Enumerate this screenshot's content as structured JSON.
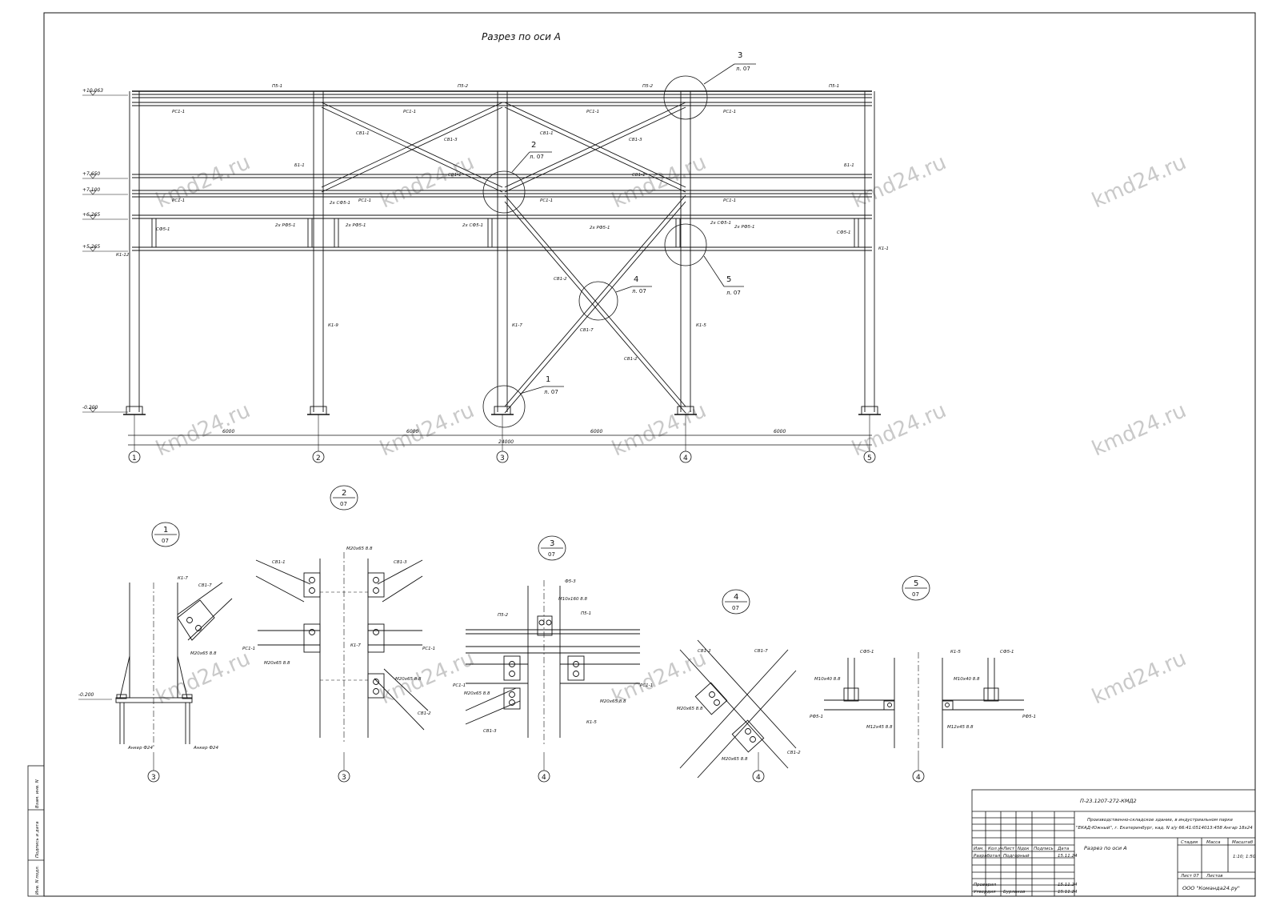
{
  "sheet_title": "Разрез по оси А",
  "elevations": [
    "+10.063",
    "+7.650",
    "+7.100",
    "+6.265",
    "+5.265",
    "-0.200"
  ],
  "axes": [
    "1",
    "2",
    "3",
    "4",
    "5"
  ],
  "spans": [
    "6000",
    "6000",
    "6000",
    "6000"
  ],
  "total_span": "24000",
  "beams_top": [
    "П5-1",
    "П5-2",
    "П5-2",
    "П5-1"
  ],
  "purlin": "РС1-1",
  "bracing_sv1_1": "СВ1-1",
  "bracing_sv1_3": "СВ1-3",
  "bracing_sv1_2": "СВ1-2",
  "bracing_sv1_7": "СВ1-7",
  "beam_b1": "Б1-1",
  "sfv": "СФ5-1",
  "rfv": "2х РФ5-1",
  "sfv2": "2х СФ5-1",
  "cols": [
    "К1-12",
    "К1-9",
    "К1-7",
    "К1-5",
    "К1-1"
  ],
  "callouts": [
    {
      "n": "3",
      "s": "л. 07"
    },
    {
      "n": "2",
      "s": "л. 07"
    },
    {
      "n": "4",
      "s": "л. 07"
    },
    {
      "n": "5",
      "s": "л. 07"
    },
    {
      "n": "1",
      "s": "л. 07"
    }
  ],
  "detail_marks": [
    {
      "n": "1",
      "s": "07"
    },
    {
      "n": "2",
      "s": "07"
    },
    {
      "n": "3",
      "s": "07"
    },
    {
      "n": "4",
      "s": "07"
    },
    {
      "n": "5",
      "s": "07"
    }
  ],
  "detail_axes": [
    "3",
    "3",
    "4",
    "4",
    "4"
  ],
  "d1": {
    "k": "К1-7",
    "sv": "СВ1-7",
    "bolt": "М20х65 8.8",
    "elev": "-0.200",
    "anchor_l": "Анкер Ф24",
    "anchor_r": "Анкер Ф24"
  },
  "d2": {
    "sv1": "СВ1-1",
    "sv3": "СВ1-3",
    "bolt1": "М20х65 8.8",
    "rs_l": "РС1-1",
    "rs_r": "РС1-1",
    "bolt2": "М20х65 8.8",
    "k": "К1-7",
    "bolt3": "М20х65 8.8",
    "sv2": "СВ1-2"
  },
  "d3": {
    "f": "Ф5-3",
    "bolt1": "М10х160 8.8",
    "p2": "П5-2",
    "p1": "П5-1",
    "rs_l": "РС1-1",
    "rs_r": "РС1-1",
    "bolt2": "М20х65 8.8",
    "bolt3": "М20х65 8.8",
    "k": "К1-5",
    "sv": "СВ1-3"
  },
  "d4": {
    "sv2": "СВ1-2",
    "sv7": "СВ1-7",
    "bolt1": "М20х65 8.8",
    "bolt2": "М20х65 8.8",
    "sv2b": "СВ1-2"
  },
  "d5": {
    "sf_l": "СФ5-1",
    "k": "К1-5",
    "sf_r": "СФ5-1",
    "bolt_l": "М10х40 8.8",
    "bolt_r": "М10х40 8.8",
    "rf_l": "РФ5-1",
    "bolt_b1": "М12х45 8.8",
    "bolt_b2": "М12х45 8.8",
    "rf_r": "РФ5-1"
  },
  "titleblock": {
    "code": "П-23.1207-272-КМД2",
    "object": "Производственно-складское здание, в индустриальном парке",
    "object2": "\"ЕКАД-Южный\", г. Екатеринбург, кад. N з/у 66:41:0514013:458  Ангар 18х24",
    "sheet_name": "Разрез по оси А",
    "h_izm": "Изм.",
    "h_kol": "Кол.уч",
    "h_list": "Лист",
    "h_ndok": "Nдок",
    "h_podp": "Подпись",
    "h_data": "Дата",
    "r1_role": "Разработал",
    "r1_name": "Подгорный",
    "r1_date": "15.11.24",
    "r2_role": "Проверил",
    "r2_date": "15.11.24",
    "r3_role": "Утвердил",
    "r3_name": "Бурлаков",
    "r3_date": "15.11.24",
    "stage_h": "Стадия",
    "mass_h": "Масса",
    "scale_h": "Масштаб",
    "scale": "1:10; 1:50",
    "sheet_h": "Лист 07",
    "sheets_h": "Листов",
    "org": "ООО \"Команда24.ру\""
  },
  "side_stamps": [
    "Взам. инв. N",
    "Подпись и дата",
    "Инв. N подл."
  ],
  "watermark": "kmd24.ru"
}
